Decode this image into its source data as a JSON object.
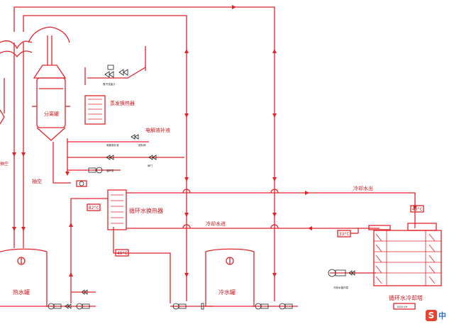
{
  "labels": {
    "separator": "分离罐",
    "evap_hx": "蒸发换热器",
    "electrolyte": "电解液补液",
    "vacuum": "抽空",
    "circ_hx": "循环水换热器",
    "cooling_out": "冷却水出",
    "cooling_in": "冷却水进",
    "hot_tank": "热水罐",
    "cold_tank": "冷水罐",
    "cooling_tower": "循环水冷却塔",
    "left_edge": "抽空"
  },
  "temps": {
    "t1": "82°C",
    "t2": "40°C",
    "t3": "43°C",
    "t4": "33°C"
  },
  "tower_spec": "1500 t/H",
  "watermark": {
    "logo": "S",
    "text": "中"
  }
}
